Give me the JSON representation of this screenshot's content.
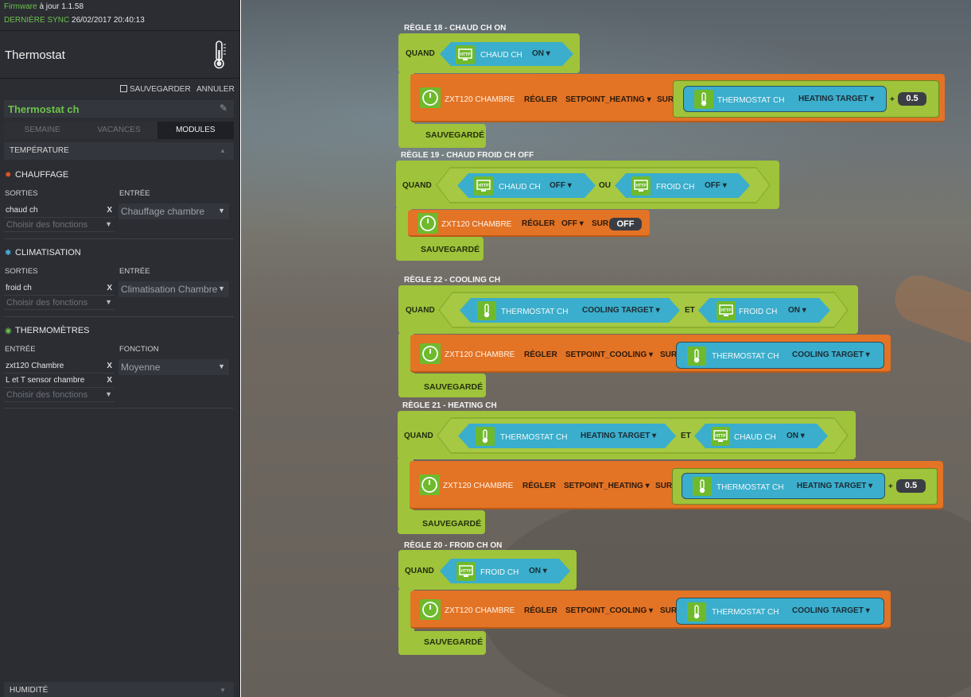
{
  "sidebar": {
    "firmware_label": "Firmware",
    "firmware_status": "à jour 1.1.58",
    "sync_label": "DERNIÈRE SYNC",
    "sync_value": "26/02/2017 20:40:13",
    "title": "Thermostat",
    "save_label": "SAUVEGARDER",
    "cancel_label": "ANNULER",
    "module_name": "Thermostat ch",
    "tabs": [
      "SEMAINE",
      "VACANCES",
      "MODULES"
    ],
    "active_tab": "MODULES",
    "section_temperature": "TEMPÉRATURE",
    "section_humidity": "HUMIDITÉ",
    "chauffage": {
      "title": "CHAUFFAGE",
      "outputs_label": "SORTIES",
      "input_label": "ENTRÉE",
      "output_value": "chaud ch",
      "placeholder": "Choisir des fonctions",
      "input_value": "Chauffage chambre"
    },
    "clim": {
      "title": "CLIMATISATION",
      "outputs_label": "SORTIES",
      "input_label": "ENTRÉE",
      "output_value": "froid ch",
      "placeholder": "Choisir des fonctions",
      "input_value": "Climatisation Chambre"
    },
    "thermo": {
      "title": "THERMOMÈTRES",
      "input_label": "ENTRÉE",
      "function_label": "FONCTION",
      "inputs": [
        "zxt120 Chambre",
        "L et T sensor chambre"
      ],
      "placeholder": "Choisir des fonctions",
      "function_value": "Moyenne"
    }
  },
  "common": {
    "when": "QUAND",
    "saved": "SAUVEGARDÉ",
    "set": "RÉGLER",
    "on_word": "SUR",
    "device_zxt": "ZXT120 CHAMBRE",
    "or": "OU",
    "and": "ET",
    "plus": "+",
    "http": "HTTP"
  },
  "rules": {
    "r18": {
      "title": "RÈGLE 18 - CHAUD CH ON",
      "cond_device": "CHAUD CH",
      "cond_value": "ON",
      "setpoint": "SETPOINT_HEATING",
      "target_device": "THERMOSTAT CH",
      "target_prop": "HEATING TARGET",
      "offset": "0.5"
    },
    "r19": {
      "title": "RÈGLE 19 - CHAUD FROID CH OFF",
      "cond1_device": "CHAUD CH",
      "cond1_value": "OFF",
      "cond2_device": "FROID CH",
      "cond2_value": "OFF",
      "setpoint": "OFF",
      "target_value": "OFF"
    },
    "r22": {
      "title": "RÈGLE 22 - COOLING CH",
      "cond1_device": "THERMOSTAT CH",
      "cond1_value": "COOLING TARGET",
      "cond2_device": "FROID CH",
      "cond2_value": "ON",
      "setpoint": "SETPOINT_COOLING",
      "target_device": "THERMOSTAT CH",
      "target_prop": "COOLING TARGET"
    },
    "r21": {
      "title": "RÈGLE 21 - HEATING CH",
      "cond1_device": "THERMOSTAT CH",
      "cond1_value": "HEATING TARGET",
      "cond2_device": "CHAUD CH",
      "cond2_value": "ON",
      "setpoint": "SETPOINT_HEATING",
      "target_device": "THERMOSTAT CH",
      "target_prop": "HEATING TARGET",
      "offset": "0.5"
    },
    "r20": {
      "title": "RÈGLE 20 - FROID CH ON",
      "cond_device": "FROID CH",
      "cond_value": "ON",
      "setpoint": "SETPOINT_COOLING",
      "target_device": "THERMOSTAT CH",
      "target_prop": "COOLING TARGET"
    }
  }
}
